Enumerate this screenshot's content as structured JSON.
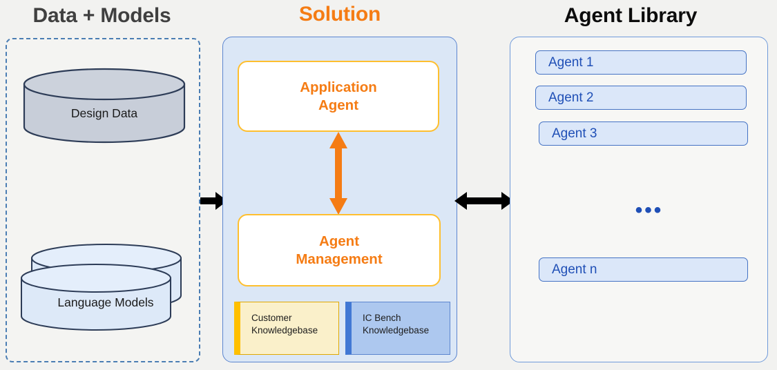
{
  "columns": {
    "data_models": {
      "title": "Data + Models",
      "title_color": "#404040",
      "border_style": "dashed",
      "border_color": "#4a7db3",
      "items": [
        {
          "label": "Design  Data",
          "shape": "cylinder",
          "fill": "#c8ced9",
          "stroke": "#2d3c57",
          "stacked": false
        },
        {
          "label": "Language Models",
          "shape": "cylinder-stacked",
          "fill": "#dde9f8",
          "stroke": "#2d3c57",
          "stacked": true
        }
      ]
    },
    "solution": {
      "title": "Solution",
      "title_color": "#f57c14",
      "panel_fill": "#dbe7f6",
      "panel_border": "#5b85cf",
      "boxes": [
        {
          "name": "application-agent",
          "line1": "Application",
          "line2": "Agent",
          "fill": "#ffffff",
          "border": "#ffbf2e",
          "text_color": "#f57c14"
        },
        {
          "name": "agent-management",
          "line1": "Agent",
          "line2": "Management",
          "fill": "#ffffff",
          "border": "#ffbf2e",
          "text_color": "#f57c14"
        }
      ],
      "knowledgebases": [
        {
          "name": "customer-knowledgebase",
          "label": "Customer\nKnowledgebase",
          "fill": "#faf0ca",
          "accent": "#ffc000"
        },
        {
          "name": "ic-bench-knowledgebase",
          "label": "IC Bench\nKnowledgebase",
          "fill": "#adc8ef",
          "accent": "#4178d4"
        }
      ]
    },
    "agent_library": {
      "title": "Agent Library",
      "title_color": "#0c0c0c",
      "panel_fill": "#f7f7f5",
      "panel_border": "#6f9ada",
      "pill_fill": "#dbe7f9",
      "pill_border": "#4472c4",
      "pill_text_color": "#1f4fb6",
      "agents": [
        {
          "label": "Agent 1"
        },
        {
          "label": "Agent 2"
        },
        {
          "label": "Agent 3"
        },
        {
          "label": "Agent n"
        }
      ],
      "ellipsis": "•••"
    }
  },
  "connectors": {
    "data_to_solution": {
      "name": "arrow-right",
      "direction": "right",
      "color": "#000000"
    },
    "solution_to_library": {
      "name": "arrow-double-horizontal",
      "direction": "both",
      "color": "#000000"
    },
    "application_to_management": {
      "name": "arrow-double-vertical",
      "direction": "both",
      "color": "#f57c14"
    }
  }
}
